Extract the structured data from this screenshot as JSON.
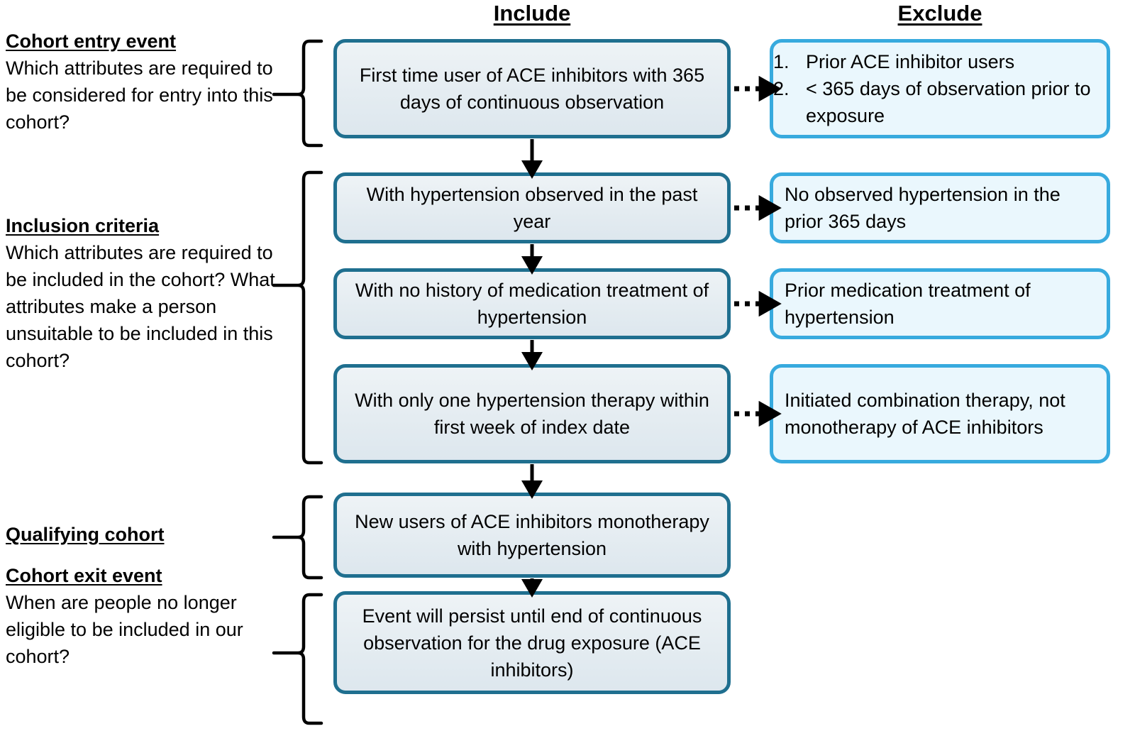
{
  "columns": {
    "include_header": "Include",
    "exclude_header": "Exclude"
  },
  "sections": [
    {
      "key": "cohort_entry_event",
      "title": "Cohort entry event",
      "body": "Which attributes are required to be considered for entry into this cohort?"
    },
    {
      "key": "inclusion_criteria",
      "title": "Inclusion criteria",
      "body": "Which attributes are required to be included in the cohort? What attributes make a person unsuitable to be included in this cohort?"
    },
    {
      "key": "qualifying_cohort",
      "title": "Qualifying cohort",
      "body": ""
    },
    {
      "key": "cohort_exit_event",
      "title": "Cohort exit event",
      "body": "When are people no longer eligible to be included in our cohort?"
    }
  ],
  "include_nodes": [
    {
      "id": "i1",
      "text": "First time user of ACE inhibitors with 365 days of continuous observation"
    },
    {
      "id": "i2",
      "text": "With hypertension observed in the past year"
    },
    {
      "id": "i3",
      "text": "With no history of medication treatment of hypertension"
    },
    {
      "id": "i4",
      "text": "With only one hypertension therapy within first week of index date"
    },
    {
      "id": "i5",
      "text": "New users of ACE inhibitors monotherapy with hypertension"
    },
    {
      "id": "i6",
      "text": "Event will persist until end of continuous observation for the drug exposure (ACE inhibitors)"
    }
  ],
  "exclude_nodes": [
    {
      "id": "e1",
      "is_list": true,
      "items": [
        {
          "num": "1.",
          "text": "Prior ACE inhibitor users"
        },
        {
          "num": "2.",
          "text": "< 365 days of observation prior to exposure"
        }
      ]
    },
    {
      "id": "e2",
      "is_list": false,
      "text": "No observed hypertension in the prior 365 days"
    },
    {
      "id": "e3",
      "is_list": false,
      "text": "Prior medication treatment of hypertension"
    },
    {
      "id": "e4",
      "is_list": false,
      "text": "Initiated combination therapy, not monotherapy of ACE inhibitors"
    }
  ],
  "colors": {
    "include_border": "#1f6f8f",
    "include_fill": "#e4ecf1",
    "exclude_border": "#37aade",
    "exclude_fill": "#eaf7fd",
    "arrow": "#000000",
    "brace": "#000000",
    "text": "#000000",
    "background": "#ffffff"
  }
}
